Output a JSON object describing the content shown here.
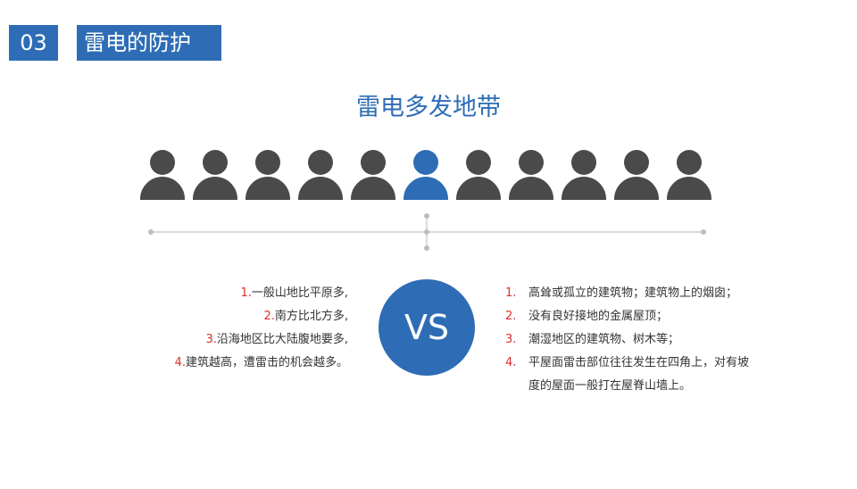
{
  "header": {
    "number": "03",
    "title": "雷电的防护"
  },
  "subtitle": "雷电多发地带",
  "colors": {
    "accent": "#2e6db5",
    "person": "#4a4a4a",
    "index_red": "#d9302c"
  },
  "people": {
    "count": 11,
    "highlight_index": 5,
    "icon": "person-icon"
  },
  "vs_label": "VS",
  "left_items": [
    {
      "index": "1.",
      "text": "一般山地比平原多,"
    },
    {
      "index": "2.",
      "text": "南方比北方多,"
    },
    {
      "index": "3.",
      "text": "沿海地区比大陆腹地要多,"
    },
    {
      "index": "4.",
      "text": "建筑越高，遭雷击的机会越多。"
    }
  ],
  "right_items": [
    {
      "index": "1.",
      "text": "高耸或孤立的建筑物；建筑物上的烟囱；"
    },
    {
      "index": "2.",
      "text": "没有良好接地的金属屋顶；"
    },
    {
      "index": "3.",
      "text": "潮湿地区的建筑物、树木等；"
    },
    {
      "index": "4.",
      "text": "平屋面雷击部位往往发生在四角上，对有坡度的屋面一般打在屋脊山墙上。"
    }
  ]
}
